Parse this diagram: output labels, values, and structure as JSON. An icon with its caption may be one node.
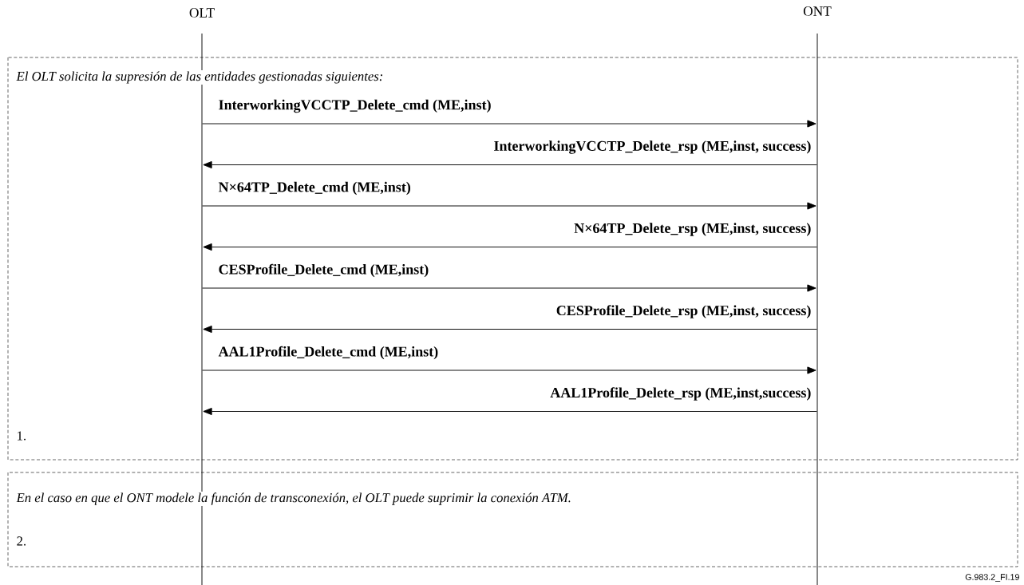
{
  "diagram": {
    "nodes": [
      {
        "text": [
          "OLT"
        ]
      },
      {
        "text": [
          "ONT"
        ]
      }
    ],
    "edges": [
      {
        "from": 0,
        "to": 1,
        "arrow": "to",
        "label": "InterworkingVCCTP_Delete_cmd (ME,inst)"
      },
      {
        "from": 1,
        "to": 0,
        "arrow": "to",
        "label": "InterworkingVCCTP_Delete_rsp (ME,inst, success)"
      },
      {
        "from": 0,
        "to": 1,
        "arrow": "to",
        "label": "N×64TP_Delete_cmd (ME,inst)"
      },
      {
        "from": 1,
        "to": 0,
        "arrow": "to",
        "label": "N×64TP_Delete_rsp (ME,inst, success)"
      },
      {
        "from": 0,
        "to": 1,
        "arrow": "to",
        "label": "CESProfile_Delete_cmd (ME,inst)"
      },
      {
        "from": 1,
        "to": 0,
        "arrow": "to",
        "label": "CESProfile_Delete_rsp (ME,inst, success)"
      },
      {
        "from": 0,
        "to": 1,
        "arrow": "to",
        "label": "AAL1Profile_Delete_cmd (ME,inst)"
      },
      {
        "from": 1,
        "to": 0,
        "arrow": "to",
        "label": "AAL1Profile_Delete_rsp (ME,inst,success)"
      }
    ],
    "labels": [
      "El OLT solicita la supresión de las entidades gestionadas siguientes:",
      "1.",
      "En el caso en que el ONT modele la función de transconexión, el OLT puede suprimir la conexión ATM.",
      "2.",
      "G.983.2_FI.19"
    ]
  }
}
